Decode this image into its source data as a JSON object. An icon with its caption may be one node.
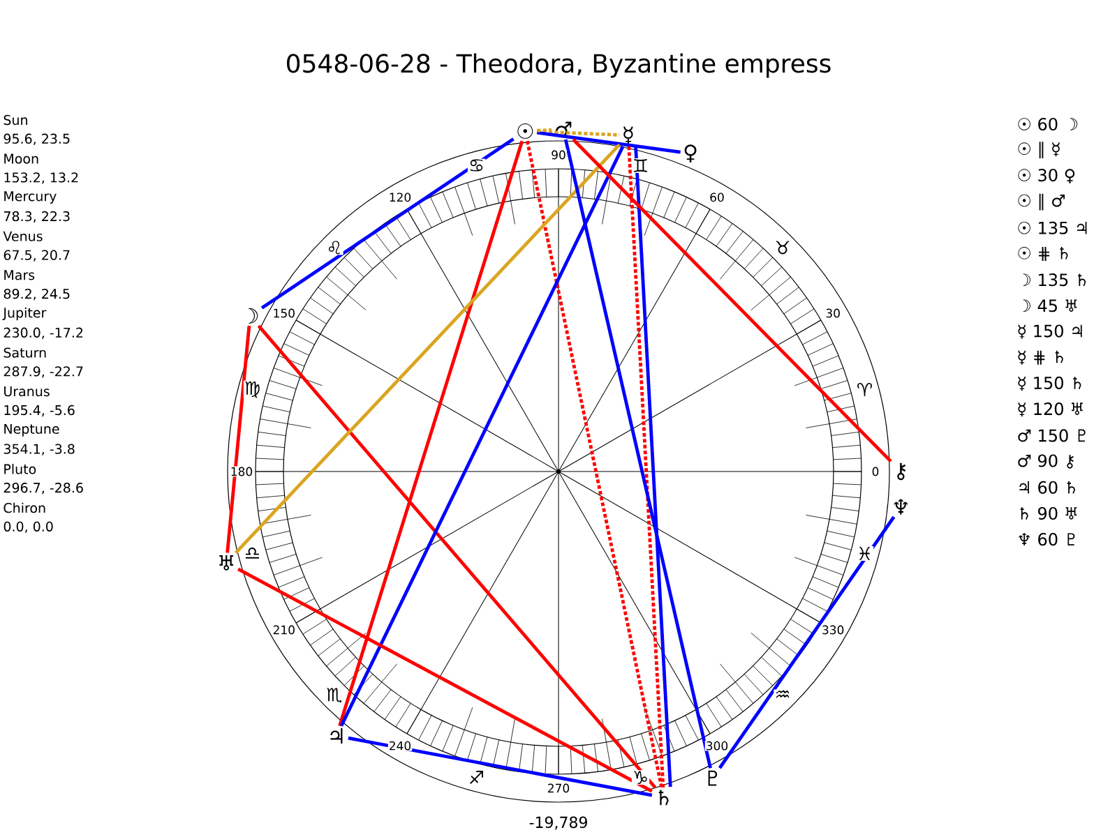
{
  "diagram": {
    "title": "0548-06-28 - Theodora, Byzantine empress",
    "nodes": [
      {
        "text": [
          "☉"
        ]
      },
      {
        "text": [
          "☽"
        ]
      },
      {
        "text": [
          "☿"
        ]
      },
      {
        "text": [
          "♀"
        ]
      },
      {
        "text": [
          "♂"
        ]
      },
      {
        "text": [
          "♃"
        ]
      },
      {
        "text": [
          "♄"
        ]
      },
      {
        "text": [
          "♅"
        ]
      },
      {
        "text": [
          "♆"
        ]
      },
      {
        "text": [
          "♇"
        ]
      },
      {
        "text": [
          "⚷"
        ]
      }
    ],
    "edges": [
      {
        "from": 0,
        "to": 1,
        "arrow": "none",
        "color": "#0000ff"
      },
      {
        "from": 0,
        "to": 2,
        "arrow": "none",
        "style": "dashed",
        "color": "#daa520"
      },
      {
        "from": 0,
        "to": 3,
        "arrow": "none",
        "color": "#0000ff"
      },
      {
        "from": 0,
        "to": 4,
        "arrow": "none",
        "style": "dashed",
        "color": "#daa520"
      },
      {
        "from": 0,
        "to": 5,
        "arrow": "none",
        "color": "#ff0000"
      },
      {
        "from": 0,
        "to": 6,
        "arrow": "none",
        "style": "dashed",
        "color": "#ff0000"
      },
      {
        "from": 1,
        "to": 6,
        "arrow": "none",
        "color": "#ff0000"
      },
      {
        "from": 1,
        "to": 7,
        "arrow": "none",
        "color": "#ff0000"
      },
      {
        "from": 2,
        "to": 5,
        "arrow": "none",
        "color": "#0000ff"
      },
      {
        "from": 2,
        "to": 6,
        "arrow": "none",
        "style": "dashed",
        "color": "#ff0000"
      },
      {
        "from": 2,
        "to": 6,
        "arrow": "none",
        "color": "#0000ff"
      },
      {
        "from": 2,
        "to": 7,
        "arrow": "none",
        "color": "#daa520"
      },
      {
        "from": 4,
        "to": 9,
        "arrow": "none",
        "color": "#0000ff"
      },
      {
        "from": 4,
        "to": 10,
        "arrow": "none",
        "color": "#ff0000"
      },
      {
        "from": 5,
        "to": 6,
        "arrow": "none",
        "color": "#0000ff"
      },
      {
        "from": 6,
        "to": 7,
        "arrow": "none",
        "color": "#ff0000"
      },
      {
        "from": 8,
        "to": 9,
        "arrow": "none",
        "color": "#0000ff"
      }
    ],
    "labels": [
      "Sun",
      "95.6, 23.5",
      "Moon",
      "153.2, 13.2",
      "Mercury",
      "78.3, 22.3",
      "Venus",
      "67.5, 20.7",
      "Mars",
      "89.2, 24.5",
      "Jupiter",
      "230.0, -17.2",
      "Saturn",
      "287.9, -22.7",
      "Uranus",
      "195.4, -5.6",
      "Neptune",
      "354.1, -3.8",
      "Pluto",
      "296.7, -28.6",
      "Chiron",
      "0.0, 0.0",
      "☉ 60 ☽",
      "☉ ∥ ☿",
      "☉ 30 ♀",
      "☉ ∥ ♂",
      "☉ 135 ♃",
      "☉ ⋕ ♄",
      "☽ 135 ♄",
      "☽ 45 ♅",
      "☿ 150 ♃",
      "☿ ⋕ ♄",
      "☿ 150 ♄",
      "☿ 120 ♅",
      "♂ 150 ♇",
      "♂ 90 ⚷",
      "♃ 60 ♄",
      "♄ 90 ♅",
      "♆ 60 ♇",
      "♈",
      "♉",
      "♊",
      "♋",
      "♌",
      "♍",
      "♎",
      "♏",
      "♐",
      "♑",
      "♒",
      "♓",
      "0",
      "30",
      "60",
      "90",
      "120",
      "150",
      "180",
      "210",
      "240",
      "270",
      "300",
      "330",
      "-19,789"
    ]
  }
}
